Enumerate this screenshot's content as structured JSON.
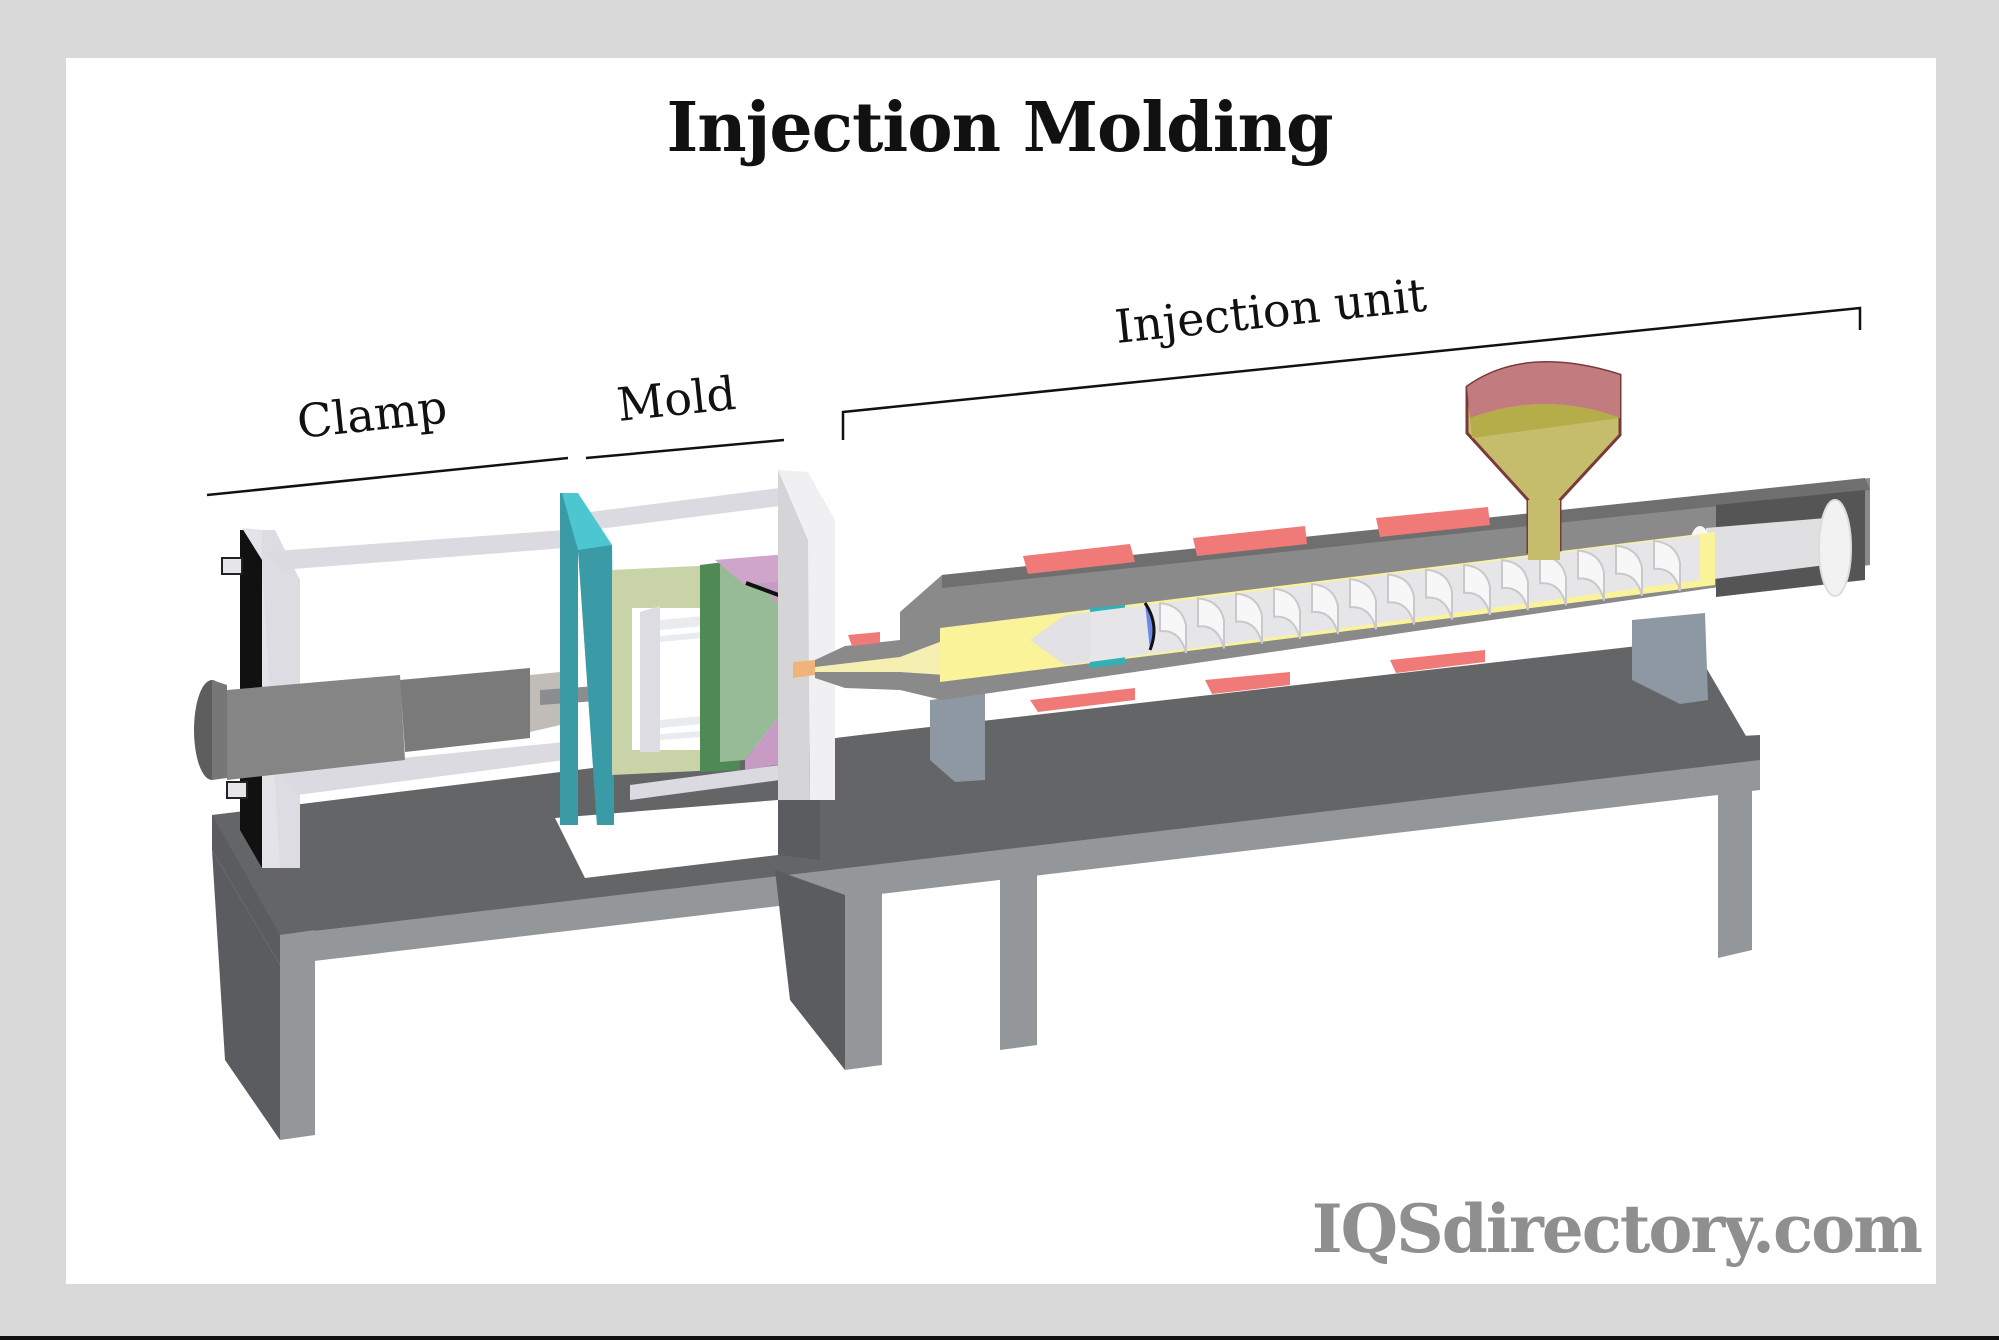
{
  "title": "Injection Molding",
  "labels": {
    "clamp": "Clamp",
    "mold": "Mold",
    "injection_unit": "Injection unit"
  },
  "watermark": "IQSdirectory.com",
  "colors": {
    "frame": "#d9d9d9",
    "panel": "#ffffff",
    "table_top": "#646567",
    "table_edge": "#939799",
    "barrel": "#8a8a8a",
    "heater_band": "#f07a78",
    "melt": "#fbf39a",
    "hopper": "#c27b7f",
    "hopper_fill": "#c6bd6c",
    "mold_cyan": "#4cc6d1",
    "mold_pink": "#c79bc3",
    "mold_green": "#98bb97",
    "watermark": "#8f8f8f"
  }
}
